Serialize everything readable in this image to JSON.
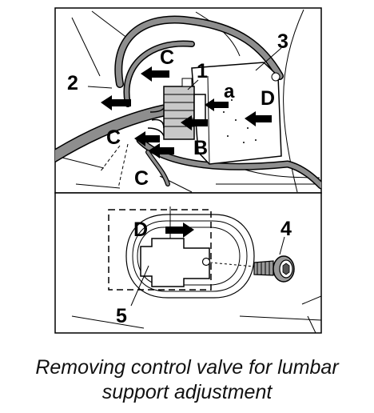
{
  "figure": {
    "upper_labels": {
      "part_1": "1",
      "part_2": "2",
      "part_3": "3",
      "mark_a": "a",
      "mark_b": "B",
      "mark_c": "C",
      "mark_d": "D"
    },
    "lower_labels": {
      "mark_d": "D",
      "part_4": "4",
      "part_5": "5"
    }
  },
  "caption": {
    "line1": "Removing control valve for lumbar",
    "line2": "support adjustment"
  },
  "colors": {
    "ink": "#000000",
    "background": "#ffffff",
    "cable_fill": "#8e8e8e",
    "connector_fill": "#c8c8c8"
  }
}
